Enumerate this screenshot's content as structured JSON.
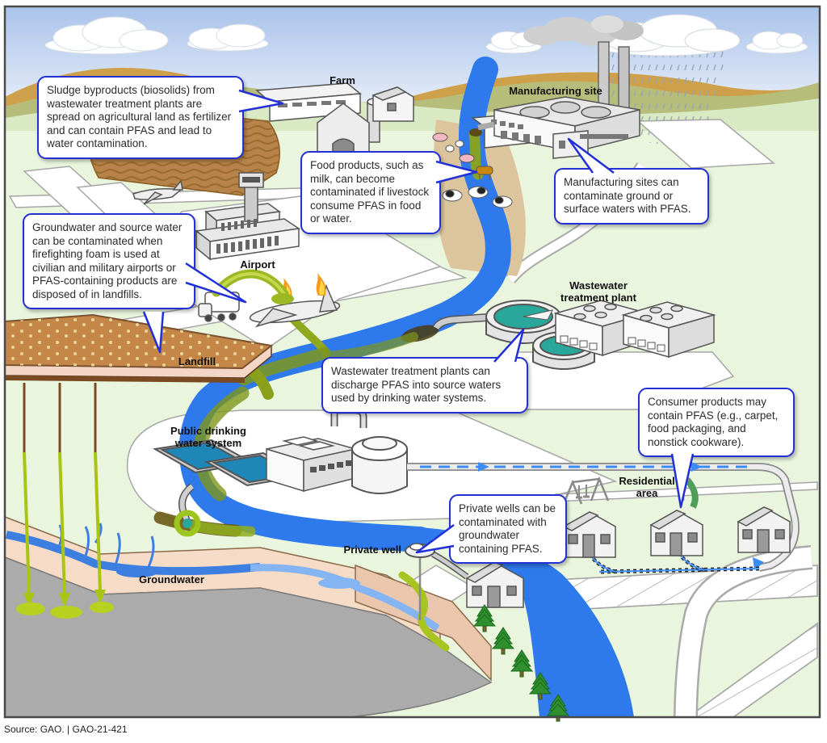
{
  "figure": {
    "source_line": "Source: GAO.  |  GAO-21-421"
  },
  "labels": {
    "farm": "Farm",
    "manufacturing_site": "Manufacturing site",
    "airport": "Airport",
    "landfill": "Landfill",
    "wastewater_plant_line1": "Wastewater",
    "wastewater_plant_line2": "treatment plant",
    "public_water_line1": "Public drinking",
    "public_water_line2": "water system",
    "residential_line1": "Residential",
    "residential_line2": "area",
    "private_well": "Private well",
    "groundwater": "Groundwater"
  },
  "callouts": {
    "sludge": "Sludge byproducts (biosolids) from wastewater treatment plants are spread on agricultural land as fertilizer and can contain PFAS and lead to water contamination.",
    "food": "Food products, such as milk, can become contaminated if livestock consume PFAS in food or water.",
    "manufacturing": "Manufacturing sites can contaminate ground or surface waters with PFAS.",
    "firefighting_landfill": "Groundwater and source water can be contaminated when firefighting foam is used at civilian and military airports or PFAS-containing products are disposed of in landfills.",
    "wastewater": "Wastewater treatment plants can discharge PFAS into source waters used by drinking water systems.",
    "consumer": "Consumer products may contain PFAS (e.g., carpet, food packaging, and nonstick cookware).",
    "private_wells": "Private wells can be contaminated with groundwater containing PFAS."
  },
  "colors": {
    "callout_border": "#2230d6",
    "river_blue": "#2e79ec",
    "contamination_green": "#9cb822",
    "clarifier_teal": "#2aa79b",
    "pool_blue": "#1f86b8",
    "field_brown": "#b8834a",
    "soil_tan": "#f6dcc6",
    "rock_gray": "#ababab",
    "ground_green": "#e9f5dd"
  }
}
